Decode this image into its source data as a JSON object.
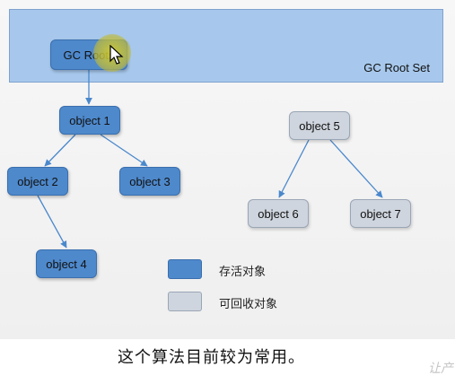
{
  "root_set": {
    "label": "GC Root Set"
  },
  "nodes": {
    "gc_root": "GC Roots",
    "obj1": "object 1",
    "obj2": "object 2",
    "obj3": "object 3",
    "obj4": "object 4",
    "obj5": "object 5",
    "obj6": "object 6",
    "obj7": "object 7"
  },
  "legend": {
    "live": "存活对象",
    "dead": "可回收对象"
  },
  "caption": "这个算法目前较为常用。",
  "watermark": "让产",
  "colors": {
    "root_set_fill": "#a7c8ec",
    "live_fill": "#4e89cc",
    "dead_fill": "#cfd5de",
    "edge": "#4a88cc"
  },
  "icons": {
    "cursor": "pointer-cursor-icon"
  }
}
